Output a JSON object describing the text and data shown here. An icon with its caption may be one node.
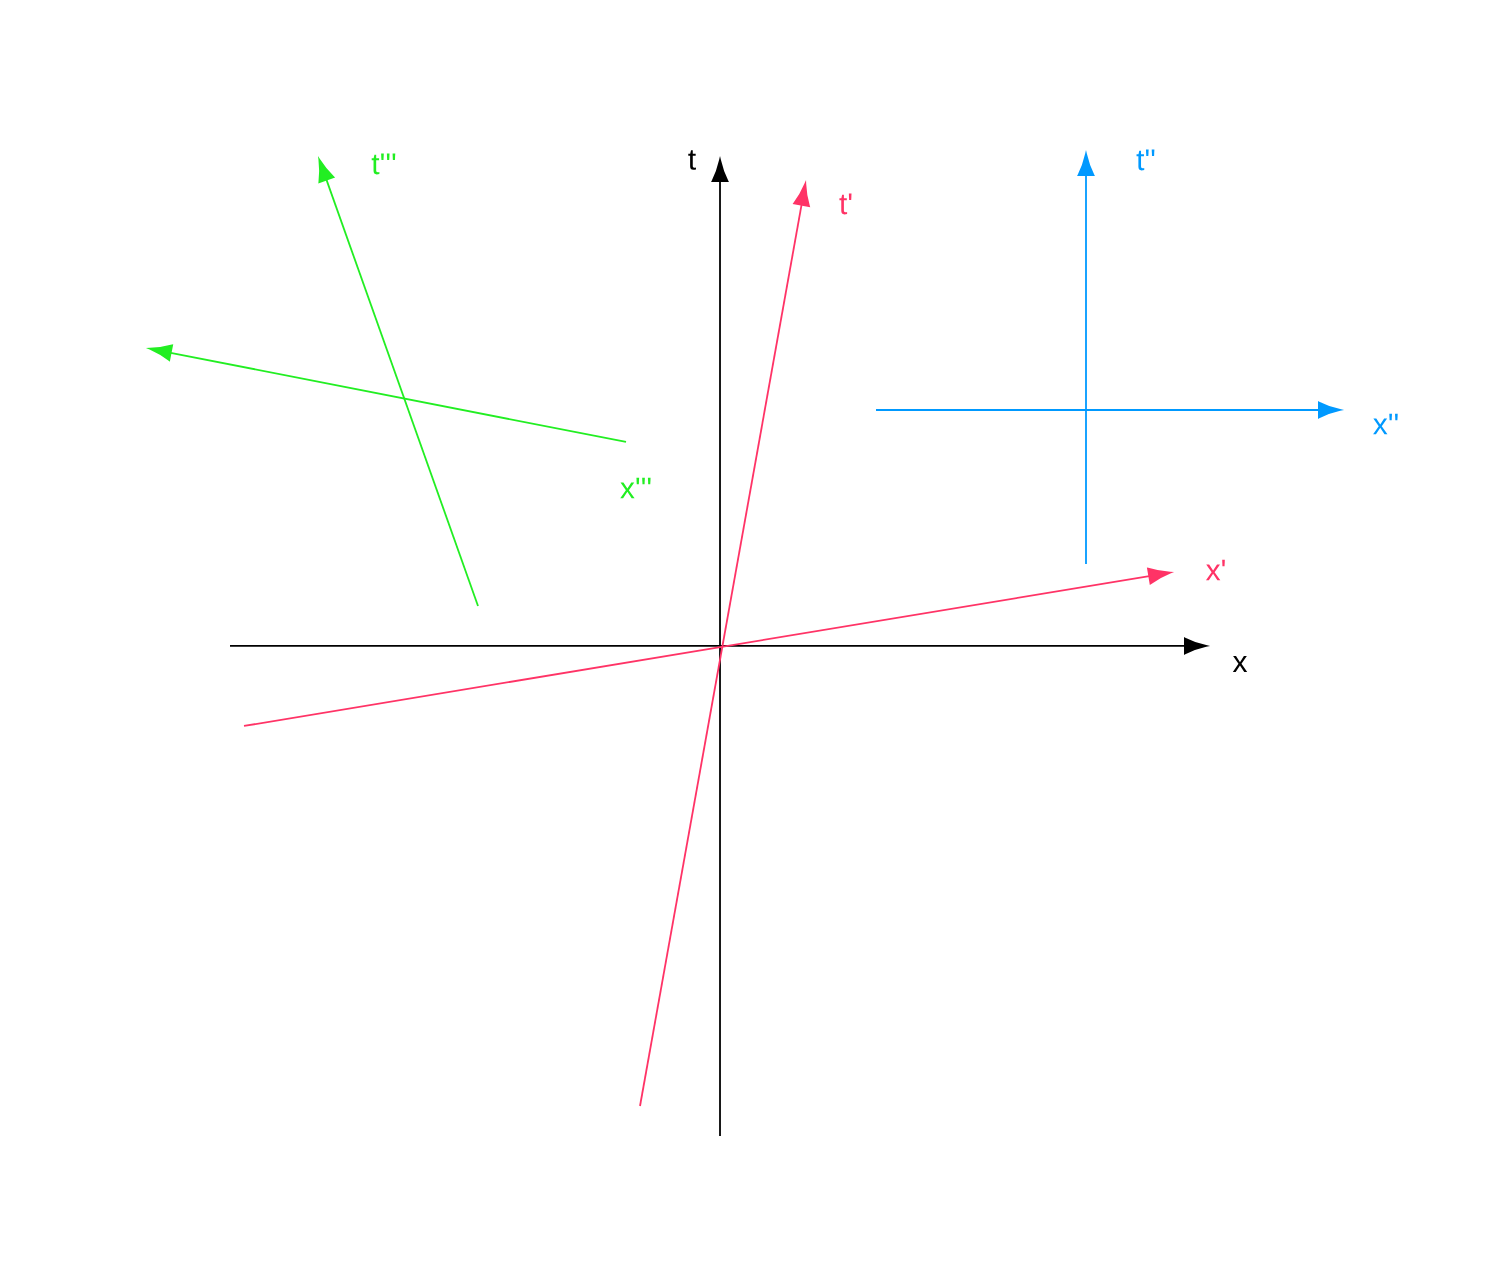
{
  "diagram": {
    "labels": [
      "t'''",
      "t",
      "t'",
      "t''",
      "x''",
      "x'''",
      "x'",
      "x"
    ]
  }
}
